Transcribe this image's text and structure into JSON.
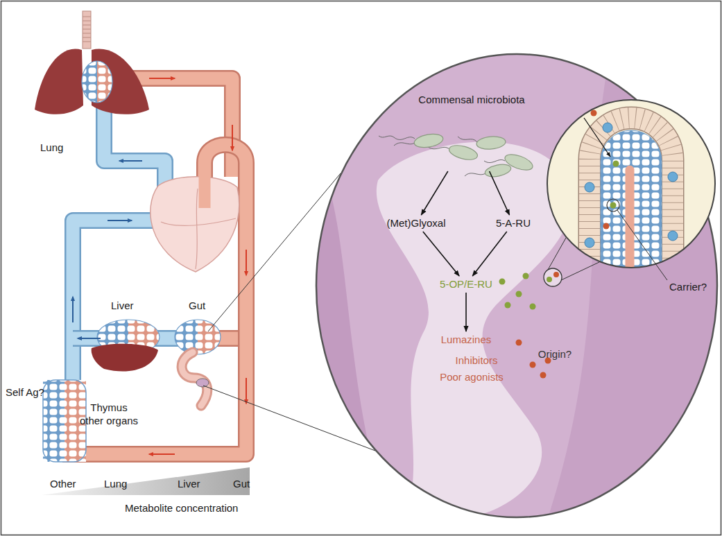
{
  "diagram": {
    "nodes": [
      {
        "text": [
          "Inhibitors",
          "Poor agonists",
          "Origin?"
        ]
      },
      {
        "text": [
          "Commensal microbiota"
        ],
        "in": 0
      },
      {
        "text": [
          "(Met)Glyoxal"
        ],
        "in": 0
      },
      {
        "text": [
          "5-A-RU"
        ],
        "in": 0
      },
      {
        "text": [
          "5-OP/E-RU"
        ],
        "in": 0
      },
      {
        "text": [
          "Lumazines"
        ],
        "in": 0
      }
    ],
    "edges": [
      {
        "from": 1,
        "to": 2,
        "arrow": "to"
      },
      {
        "from": 1,
        "to": 3,
        "arrow": "to"
      },
      {
        "from": 2,
        "to": 4,
        "arrow": "to"
      },
      {
        "from": 3,
        "to": 4,
        "arrow": "to"
      },
      {
        "from": 4,
        "to": 5,
        "arrow": "to"
      }
    ],
    "labels": [
      "Lung",
      "Liver",
      "Gut",
      "Self Ag?",
      "Thymus other organs",
      "Other",
      "Lung",
      "Liver",
      "Gut",
      "Metabolite concentration",
      "Carrier?"
    ]
  }
}
